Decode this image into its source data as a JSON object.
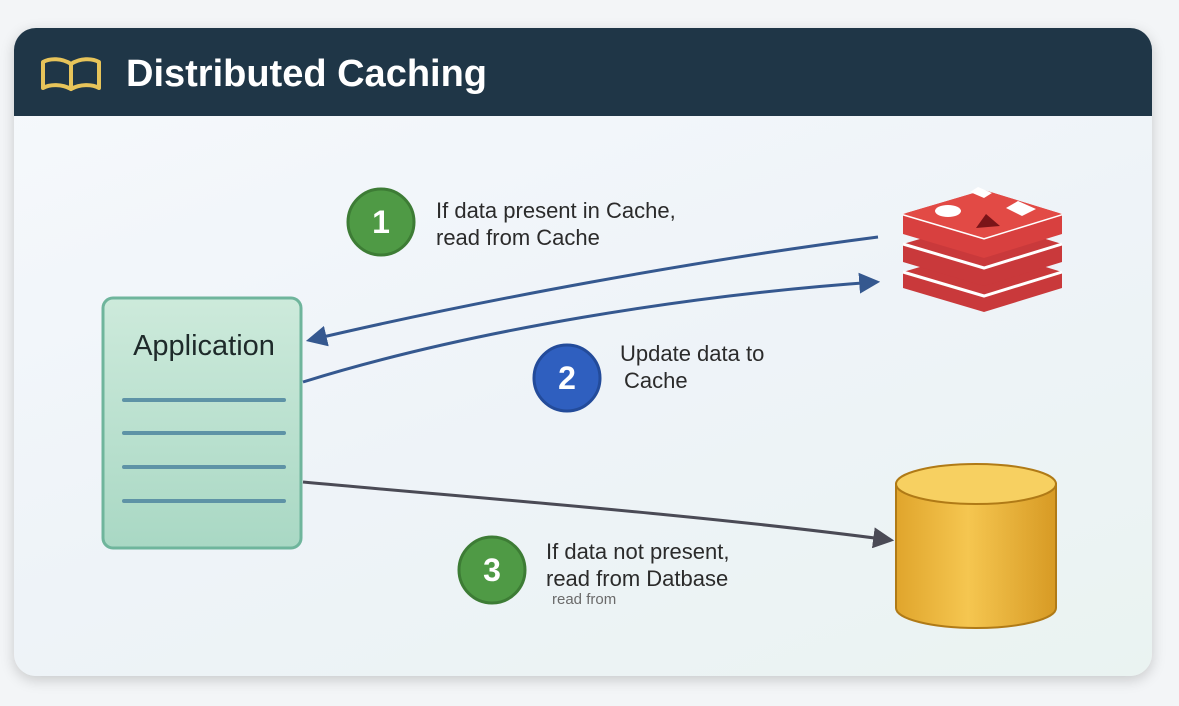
{
  "header": {
    "title": "Distributed Caching",
    "icon": "open-book-icon"
  },
  "nodes": {
    "application": {
      "label": "Application"
    },
    "cache": {
      "icon": "redis-stack-icon"
    },
    "database": {
      "icon": "database-cylinder-icon"
    }
  },
  "steps": [
    {
      "number": "1",
      "line1": "If data present in Cache,",
      "line2": "read from Cache",
      "color": "#4f9a45"
    },
    {
      "number": "2",
      "line1": "Update data to",
      "line2": "Cache",
      "color": "#2f5fbf"
    },
    {
      "number": "3",
      "line1": "If data not present,",
      "line2": "read from Datbase",
      "line3": "read from",
      "color": "#4f9a45"
    }
  ],
  "colors": {
    "header_bg": "#1f3647",
    "app_fill": "#bfe3d3",
    "app_border": "#6fb59c",
    "redis_red": "#c9393b",
    "db_gold": "#e8b43a",
    "arrow_blue": "#35588f",
    "arrow_dark": "#4a4a55"
  }
}
